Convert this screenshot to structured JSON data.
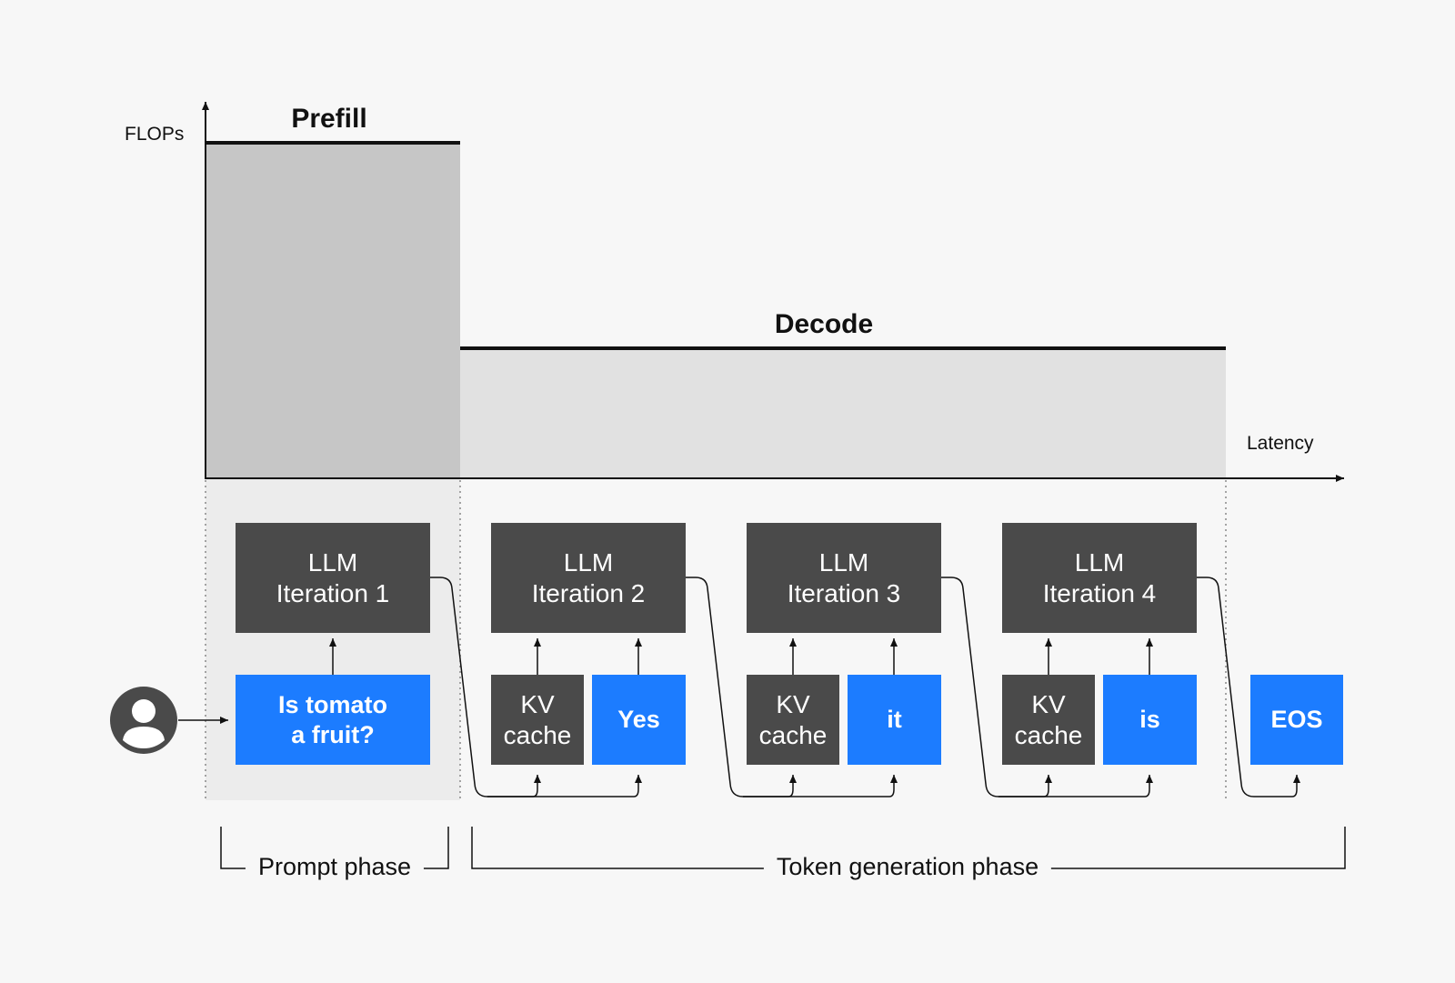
{
  "chart": {
    "y_axis_label": "FLOPs",
    "x_axis_label": "Latency",
    "prefill_title": "Prefill",
    "decode_title": "Decode"
  },
  "blocks": {
    "llm": [
      {
        "line1": "LLM",
        "line2": "Iteration 1"
      },
      {
        "line1": "LLM",
        "line2": "Iteration 2"
      },
      {
        "line1": "LLM",
        "line2": "Iteration 3"
      },
      {
        "line1": "LLM",
        "line2": "Iteration 4"
      }
    ],
    "kv_cache": [
      {
        "line1": "KV",
        "line2": "cache"
      },
      {
        "line1": "KV",
        "line2": "cache"
      },
      {
        "line1": "KV",
        "line2": "cache"
      }
    ],
    "prompt": {
      "line1": "Is tomato",
      "line2": "a fruit?"
    },
    "tokens": [
      "Yes",
      "it",
      "is",
      "EOS"
    ]
  },
  "phases": {
    "prompt": "Prompt phase",
    "generation": "Token generation phase"
  },
  "icons": {
    "user": "user-avatar-icon"
  },
  "colors": {
    "background": "#f7f7f7",
    "llm_block": "#4a4a4a",
    "token_block": "#1c7cff",
    "prefill_fill": "#c6c6c6",
    "decode_fill": "#e1e1e1"
  }
}
